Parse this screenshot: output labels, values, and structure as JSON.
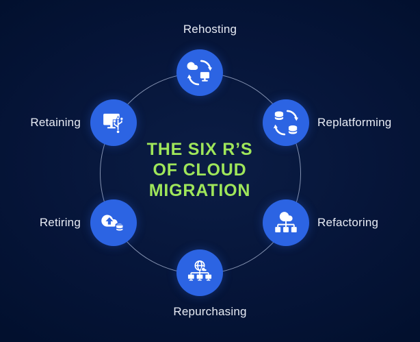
{
  "title": {
    "lines": [
      "THE SIX R’S",
      "OF CLOUD",
      "MIGRATION"
    ]
  },
  "nodes": [
    {
      "label": "Rehosting",
      "icon": "cloud-monitor-sync-icon",
      "position": "top"
    },
    {
      "label": "Replatforming",
      "icon": "database-sync-icon",
      "position": "top-right"
    },
    {
      "label": "Refactoring",
      "icon": "cloud-network-icon",
      "position": "bottom-right"
    },
    {
      "label": "Repurchasing",
      "icon": "globe-network-icon",
      "position": "bottom"
    },
    {
      "label": "Retiring",
      "icon": "cloud-upload-database-icon",
      "position": "bottom-left"
    },
    {
      "label": "Retaining",
      "icon": "monitor-usb-icon",
      "position": "top-left"
    }
  ],
  "colors": {
    "background": "#061539",
    "node": "#2c64e3",
    "title": "#9fe65a",
    "ring": "#b9c6e3",
    "label": "#e8ecf5",
    "icon": "#ffffff"
  }
}
